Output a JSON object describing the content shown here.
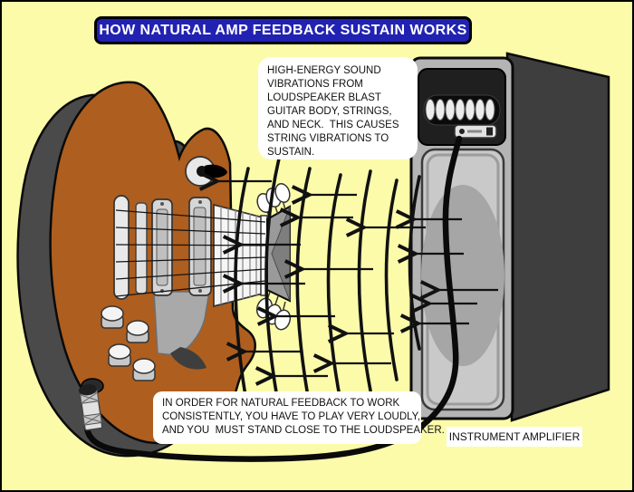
{
  "title": {
    "text": "HOW NATURAL AMP FEEDBACK SUSTAIN WORKS"
  },
  "notes": {
    "feedback_note_lines": [
      "HIGH-ENERGY SOUND",
      "VIBRATIONS FROM",
      "LOUDSPEAKER BLAST",
      "GUITAR BODY, STRINGS,",
      "AND NECK.  THIS CAUSES",
      "STRING VIBRATIONS TO",
      "SUSTAIN."
    ],
    "requirement_note_lines": [
      "IN ORDER FOR NATURAL FEEDBACK TO WORK",
      "CONSISTENTLY, YOU HAVE TO PLAY VERY LOUDLY,",
      "AND YOU  MUST STAND CLOSE TO THE LOUDSPEAKER."
    ],
    "amp_label": "INSTRUMENT AMPLIFIER"
  },
  "colors": {
    "background": "#FBFBAA",
    "banner_bg": "#2222B2",
    "banner_text": "#FFFFFF",
    "note_bg": "#FFFFFF",
    "guitar_top": "#AE5E1E",
    "guitar_side": "#4A4A4A",
    "hardware_light": "#E9E9E9",
    "pickguard": "#A9A9A9",
    "headstock": "#9A9A9A",
    "amp_front": "#B4B4B4",
    "amp_side": "#3E3E3E",
    "amp_panel": "#1F1F1F",
    "speaker_panel": "#C9C9C9",
    "speaker_cone": "#A6A6A6",
    "cable": "#0A0A0A",
    "wave_lines": "#111111"
  },
  "components": {
    "guitar": "electric-guitar",
    "amplifier": "instrument-amplifier",
    "sound_waves": "sound-wave-arcs-with-arrows",
    "cable": "instrument-cable"
  }
}
